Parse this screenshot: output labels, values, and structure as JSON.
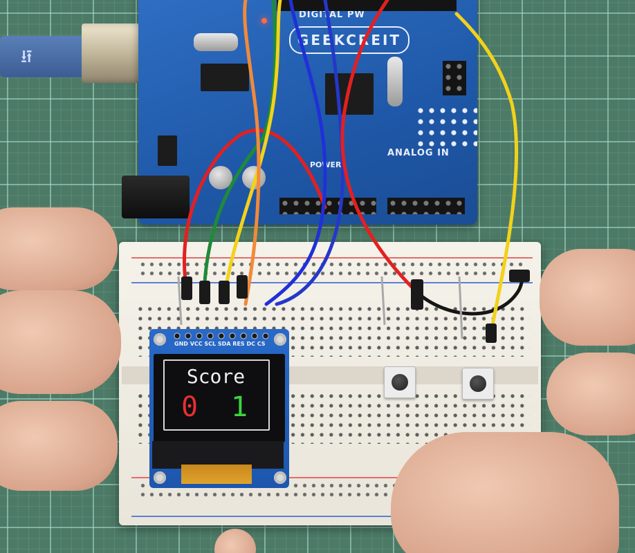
{
  "oled": {
    "title": "Score",
    "score_left": "0",
    "score_right": "1",
    "pin_labels": "GND VCC SCL SDA RES DC CS"
  },
  "board": {
    "brand": "GEEKCREIT",
    "label_digital": "DIGITAL PW",
    "label_analog": "ANALOG IN",
    "label_power": "POWER"
  },
  "colors": {
    "score_left": "#e53030",
    "score_right": "#3fd43f",
    "board_blue": "#1f58a8",
    "mat_green": "#4c7a66"
  },
  "icons": {
    "usb": "usb-icon"
  }
}
